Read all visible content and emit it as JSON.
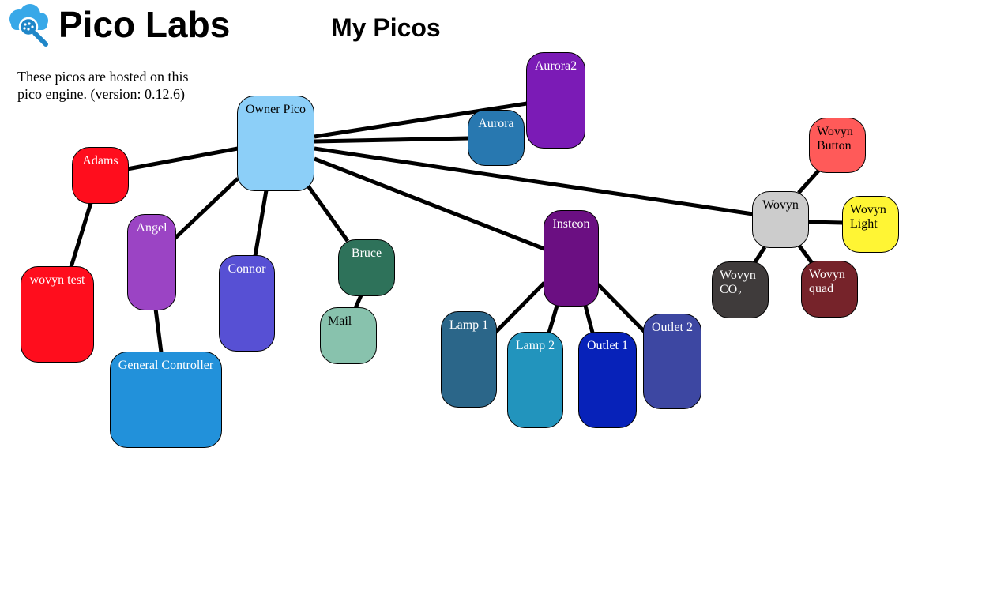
{
  "header": {
    "brand": "Pico Labs",
    "logo_icon": "cloud-magnifier-icon",
    "title": "My Picos"
  },
  "intro": "These picos are hosted on this pico engine. (version: 0.12.6)",
  "picos": {
    "owner": {
      "label": "Owner Pico",
      "color": "#8ccff8",
      "text_color": "#000000"
    },
    "aurora2": {
      "label": "Aurora2",
      "color": "#7b1bb6",
      "text_color": "#ffffff"
    },
    "aurora": {
      "label": "Aurora",
      "color": "#2878b0",
      "text_color": "#ffffff"
    },
    "adams": {
      "label": "Adams",
      "color": "#ff0d1d",
      "text_color": "#ffffff"
    },
    "wovyn_test": {
      "label": "wovyn test",
      "color": "#ff0d1d",
      "text_color": "#ffffff"
    },
    "angel": {
      "label": "Angel",
      "color": "#9b44c4",
      "text_color": "#ffffff"
    },
    "general_controller": {
      "label": "General Controller",
      "color": "#2291da",
      "text_color": "#ffffff"
    },
    "connor": {
      "label": "Connor",
      "color": "#5750d4",
      "text_color": "#ffffff"
    },
    "bruce": {
      "label": "Bruce",
      "color": "#2e725a",
      "text_color": "#ffffff"
    },
    "mail": {
      "label": "Mail",
      "color": "#88c2ad",
      "text_color": "#000000"
    },
    "insteon": {
      "label": "Insteon",
      "color": "#6b0f82",
      "text_color": "#ffffff"
    },
    "lamp1": {
      "label": "Lamp 1",
      "color": "#2b6689",
      "text_color": "#ffffff"
    },
    "lamp2": {
      "label": "Lamp 2",
      "color": "#2294bd",
      "text_color": "#ffffff"
    },
    "outlet1": {
      "label": "Outlet 1",
      "color": "#0722b9",
      "text_color": "#ffffff"
    },
    "outlet2": {
      "label": "Outlet 2",
      "color": "#3d47a2",
      "text_color": "#ffffff"
    },
    "wovyn": {
      "label": "Wovyn",
      "color": "#cccccc",
      "text_color": "#000000"
    },
    "wovyn_button": {
      "label": "Wovyn Button",
      "color": "#ff5a59",
      "text_color": "#000000"
    },
    "wovyn_light": {
      "label": "Wovyn Light",
      "color": "#fff534",
      "text_color": "#000000"
    },
    "wovyn_co2": {
      "label": "Wovyn CO₂",
      "color": "#3f3b3b",
      "text_color": "#ffffff"
    },
    "wovyn_quad": {
      "label": "Wovyn quad",
      "color": "#76232a",
      "text_color": "#ffffff"
    }
  }
}
